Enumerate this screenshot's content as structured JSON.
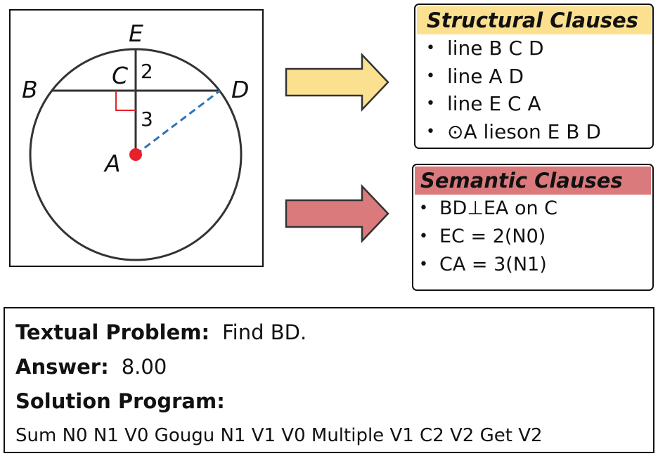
{
  "figure": {
    "points": {
      "E": "E",
      "B": "B",
      "C": "C",
      "D": "D",
      "A": "A"
    },
    "segment_labels": {
      "ec": "2",
      "ca": "3"
    },
    "colors": {
      "center_point": "#e8202a",
      "dashed_radius": "#2e74b5",
      "right_angle": "#e8202a"
    }
  },
  "structural": {
    "title": "Structural Clauses",
    "title_bg": "#fbe18f",
    "items": [
      "line B C D",
      "line A D",
      "line E C A",
      "⊙A lieson E B D"
    ]
  },
  "semantic": {
    "title": "Semantic Clauses",
    "title_bg": "#db7a7d",
    "items": [
      "BD⊥EA on C",
      "EC = 2(N0)",
      "CA = 3(N1)"
    ]
  },
  "arrows": {
    "upper_color": "#fbe18f",
    "lower_color": "#db7a7d"
  },
  "problem": {
    "question_label": "Textual Problem:",
    "question_text": "Find BD.",
    "answer_label": "Answer:",
    "answer_text": "8.00",
    "program_label": "Solution Program:",
    "program_text": "Sum N0 N1 V0 Gougu N1 V1 V0 Multiple V1 C2 V2 Get V2"
  },
  "bullet_glyph": "•"
}
